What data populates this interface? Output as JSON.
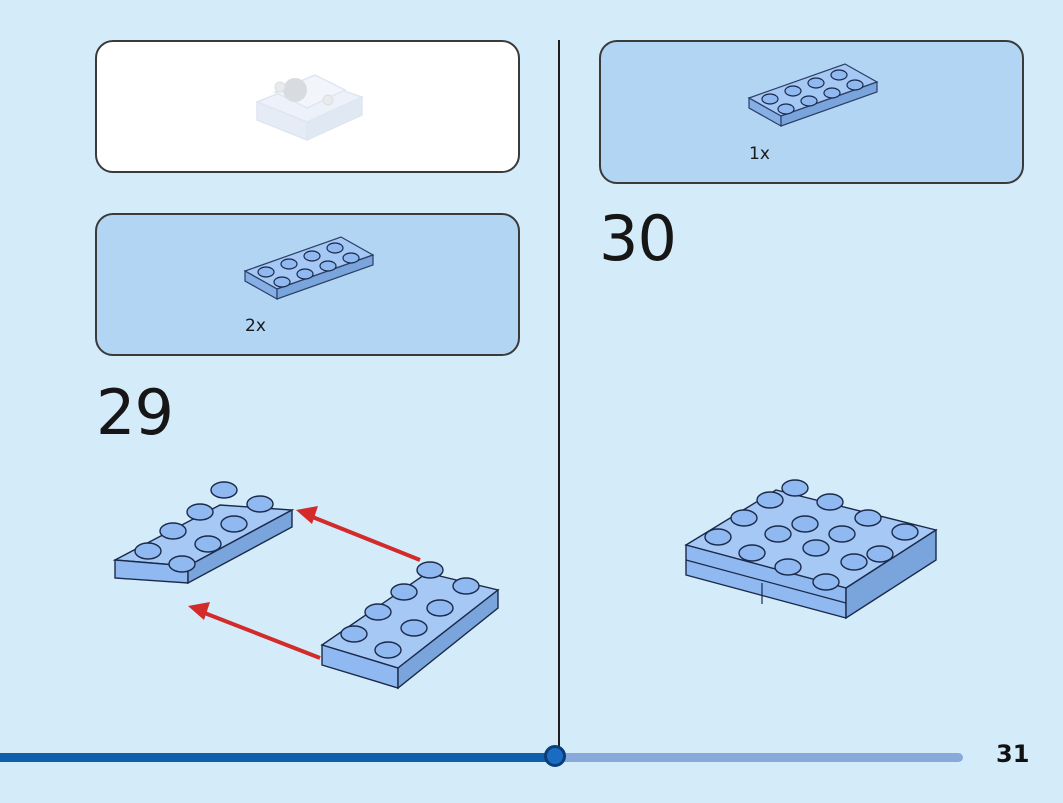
{
  "page": {
    "number": "31",
    "progress_fraction": 0.524
  },
  "step29": {
    "number": "29",
    "parts": [
      {
        "qty": "2x",
        "part": "plate-2x4-light-blue"
      }
    ]
  },
  "step30": {
    "number": "30",
    "parts": [
      {
        "qty": "1x",
        "part": "plate-2x4-light-blue"
      }
    ]
  },
  "colors": {
    "background": "#d4ecfa",
    "brick": "#8fb9f0",
    "brick_top": "#a6c8f5",
    "brick_dark": "#6e97d3",
    "arrow": "#d32a2a",
    "progress_done": "#0f5fac",
    "progress_rest": "#8aa9db"
  }
}
